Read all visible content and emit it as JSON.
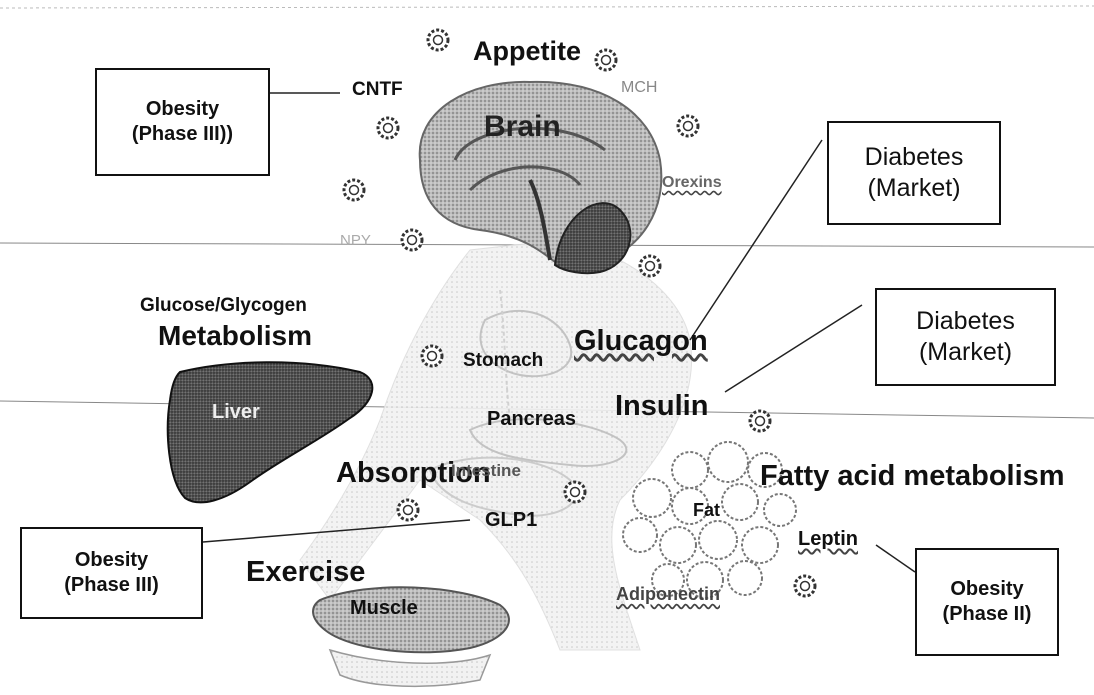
{
  "labels": {
    "appetite": "Appetite",
    "cntf": "CNTF",
    "mch": "MCH",
    "brain": "Brain",
    "orexins": "Orexins",
    "npy": "NPY",
    "glucose_glycogen": "Glucose/Glycogen",
    "metabolism": "Metabolism",
    "glucagon": "Glucagon",
    "stomach": "Stomach",
    "insulin": "Insulin",
    "liver": "Liver",
    "pancreas": "Pancreas",
    "absorption": "Absorption",
    "intestine": "Intestine",
    "fatty_acid_metabolism": "Fatty acid metabolism",
    "fat": "Fat",
    "glp1": "GLP1",
    "leptin": "Leptin",
    "exercise": "Exercise",
    "muscle": "Muscle",
    "adiponectin": "Adiponectin"
  },
  "boxes": {
    "obesity_cntf": {
      "line1": "Obesity",
      "line2": "(Phase III))"
    },
    "diabetes_glucagon": {
      "line1": "Diabetes",
      "line2": "(Market)"
    },
    "diabetes_insulin": {
      "line1": "Diabetes",
      "line2": "(Market)"
    },
    "obesity_glp1": {
      "line1": "Obesity",
      "line2": "(Phase III)"
    },
    "obesity_leptin": {
      "line1": "Obesity",
      "line2": "(Phase II)"
    }
  },
  "colors": {
    "brain": "#9a9a9a",
    "cerebellum": "#3a3a3a",
    "liver": "#4a4a4a",
    "fat_cells": "#cccccc",
    "muscle": "#8a8a8a",
    "organs_faint": "#d8d8d8"
  },
  "icons": [
    "hormone-gear-icon"
  ]
}
